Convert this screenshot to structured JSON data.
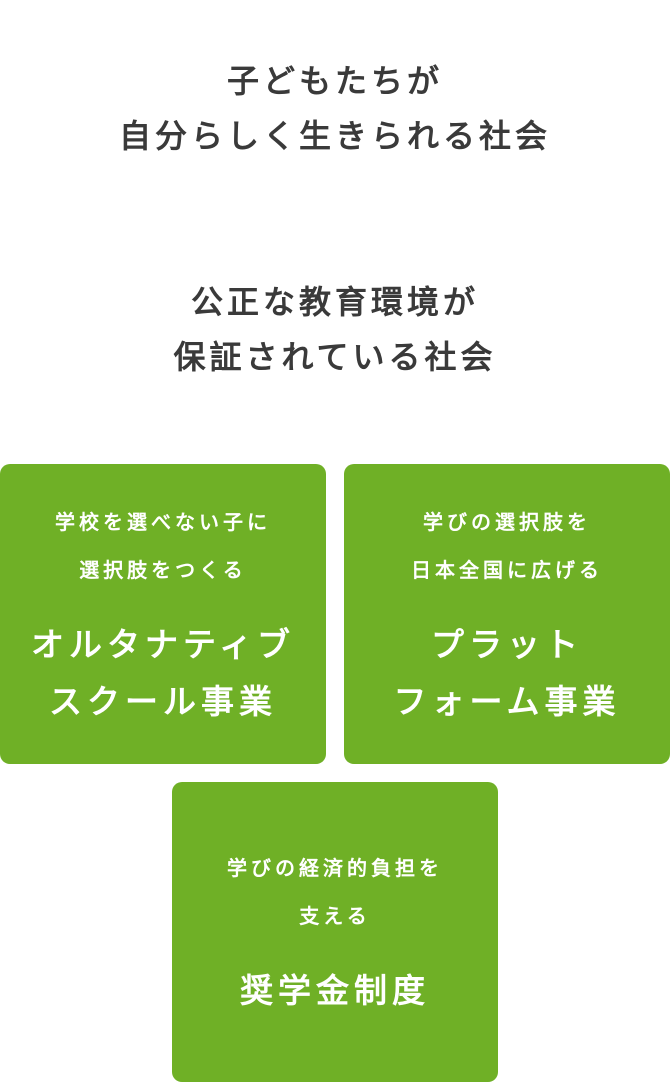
{
  "vision_1": {
    "line_1": "子どもたちが",
    "line_2": "自分らしく生きられる社会"
  },
  "vision_2": {
    "line_1": "公正な教育環境が",
    "line_2": "保証されている社会"
  },
  "cards": [
    {
      "sub_line_1": "学校を選べない子に",
      "sub_line_2": "選択肢をつくる",
      "title_line_1": "オルタナティブ",
      "title_line_2": "スクール事業"
    },
    {
      "sub_line_1": "学びの選択肢を",
      "sub_line_2": "日本全国に広げる",
      "title_line_1": "プラット",
      "title_line_2": "フォーム事業"
    },
    {
      "sub_line_1": "学びの経済的負担を",
      "sub_line_2": "支える",
      "title_line_1": "奨学金制度"
    }
  ],
  "colors": {
    "card_background": "#6fb026",
    "heading_text": "#3a3a3a",
    "card_text": "#ffffff"
  }
}
